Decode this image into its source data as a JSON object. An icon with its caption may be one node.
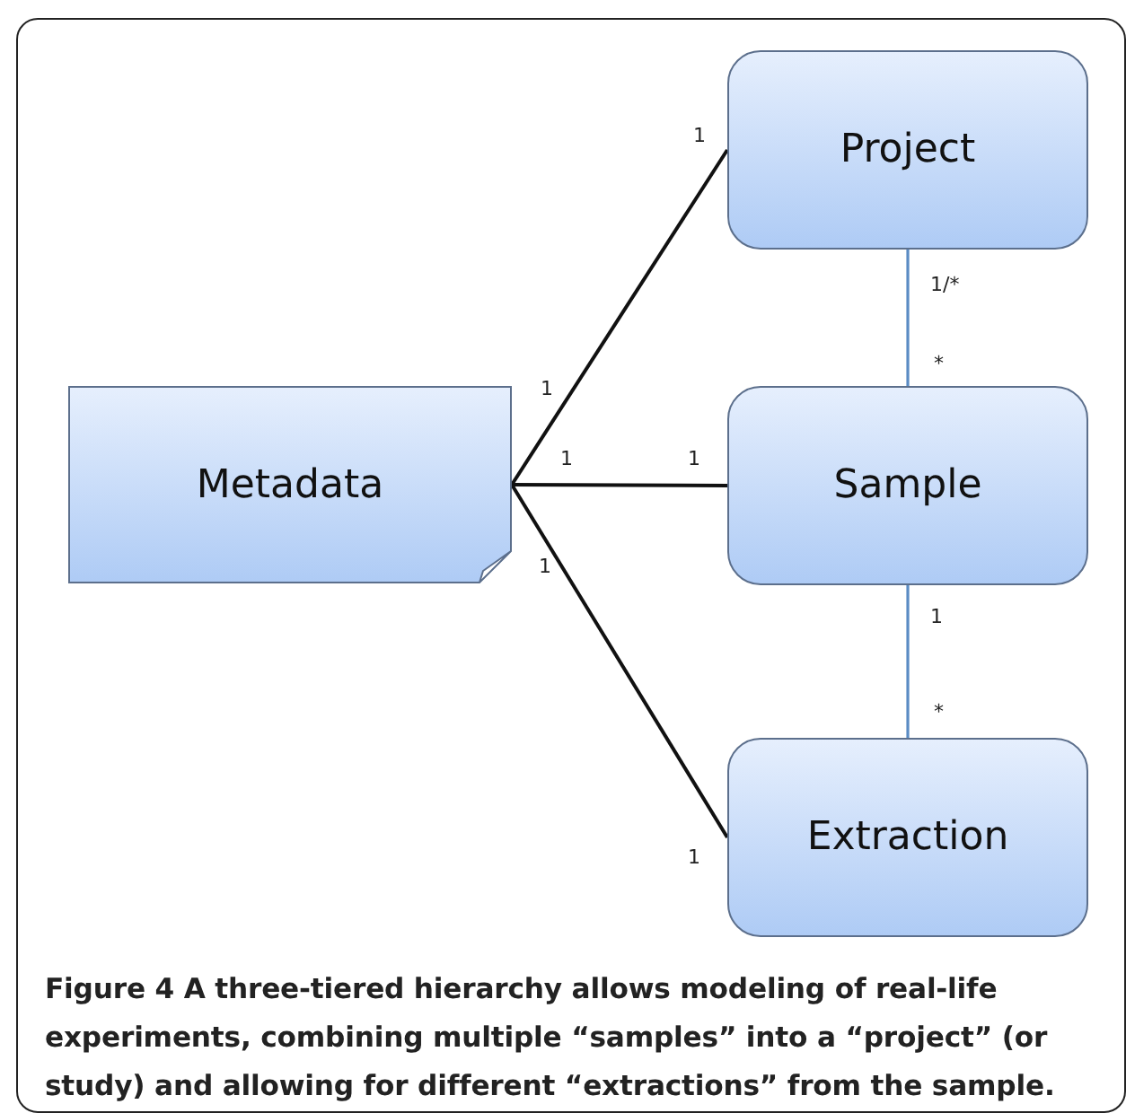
{
  "diagram": {
    "caption": "Figure 4 A three-tiered hierarchy allows modeling of real-life experiments, combining multiple “samples” into a “project” (or study) and allowing for different “extractions” from the sample.",
    "nodes": [
      {
        "text": [
          "Project"
        ]
      },
      {
        "text": [
          "Metadata"
        ]
      },
      {
        "text": [
          "Sample"
        ]
      },
      {
        "text": [
          "Extraction"
        ]
      }
    ],
    "edges": [
      {
        "from": 1,
        "to": 0,
        "arrow": "none"
      },
      {
        "from": 1,
        "to": 2,
        "arrow": "none"
      },
      {
        "from": 1,
        "to": 3,
        "arrow": "none"
      },
      {
        "from": 0,
        "to": 2,
        "arrow": "none",
        "color": "#5b8cc4"
      },
      {
        "from": 2,
        "to": 3,
        "arrow": "none",
        "color": "#5b8cc4"
      }
    ],
    "labels": [
      "1",
      "1/*",
      "*",
      "1",
      "1",
      "1",
      "1",
      "1",
      "*",
      "1"
    ]
  }
}
